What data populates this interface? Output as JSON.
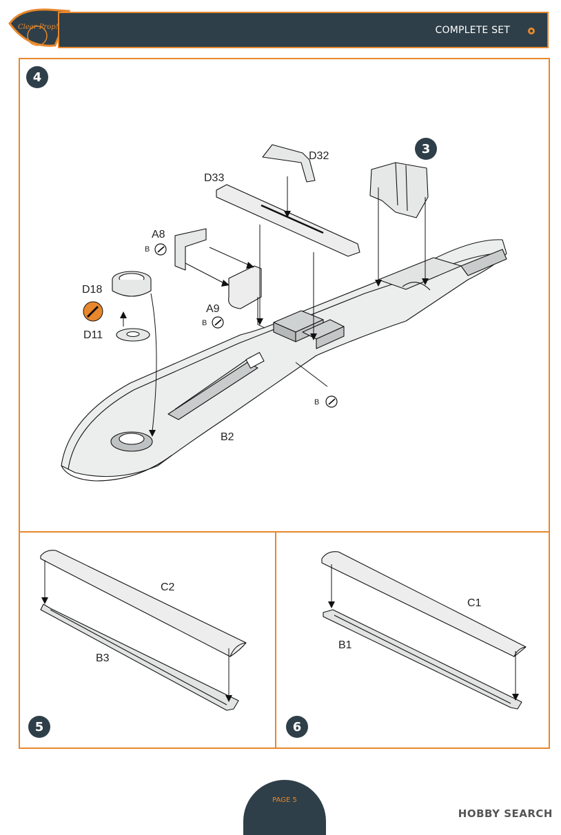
{
  "header": {
    "title": "COMPLETE SET",
    "logo_text": "Clear Prop!",
    "colors": {
      "accent": "#e8872b",
      "dark": "#2e3f49"
    }
  },
  "steps": {
    "step4": {
      "number": "4",
      "ref_badge": "3",
      "parts": [
        "D32",
        "D33",
        "A8",
        "D18",
        "D11",
        "A9",
        "B2"
      ],
      "glue_marker": "B"
    },
    "step5": {
      "number": "5",
      "parts": [
        "C2",
        "B3"
      ]
    },
    "step6": {
      "number": "6",
      "parts": [
        "C1",
        "B1"
      ]
    }
  },
  "footer": {
    "page": "PAGE 5",
    "watermark": "HOBBY SEARCH"
  }
}
